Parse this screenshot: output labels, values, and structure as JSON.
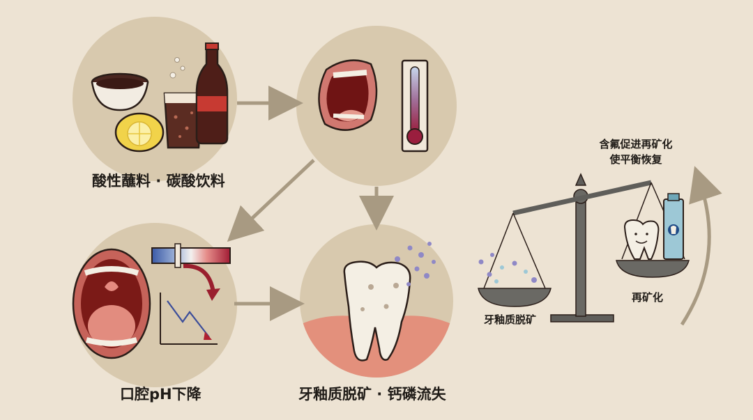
{
  "nodes": {
    "acidic_food": {
      "label": "酸性蘸料 · 碳酸饮料"
    },
    "mouth_temp": {
      "label": ""
    },
    "ph_drop": {
      "label": "口腔pH下降"
    },
    "demineralization": {
      "label": "牙釉质脱矿 · 钙磷流失"
    }
  },
  "balance": {
    "left_label": "牙釉质脱矿",
    "right_label": "再矿化",
    "fluoride_line1": "含氟促进再矿化",
    "fluoride_line2": "使平衡恢复"
  },
  "colors": {
    "background": "#ede3d3",
    "circle": "#d8c9ae",
    "arrow": "#a89a82",
    "gum": "#e3907c",
    "tooth": "#f4efe4",
    "mineral_dots": "#8f88c6",
    "toothpaste": "#9dc8d6"
  }
}
